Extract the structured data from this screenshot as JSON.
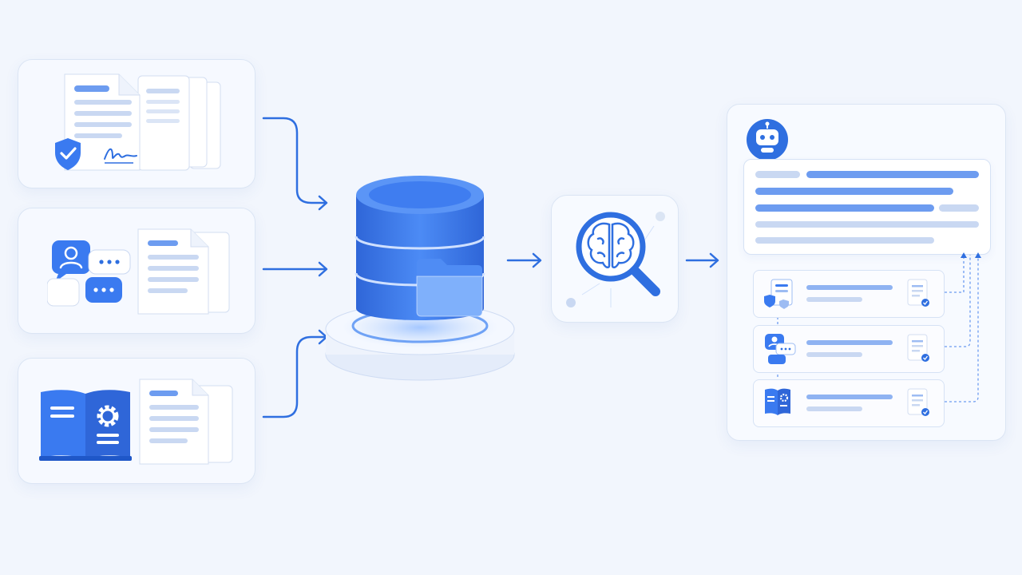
{
  "colors": {
    "background": "#f2f6fd",
    "accent": "#2f6fe0",
    "accent_light": "#8fb3f2",
    "placeholder_line": "#c9d8f2",
    "card_border": "#dbe5f4"
  },
  "sources": [
    {
      "kind": "signed-contracts",
      "icons": [
        "document-stack-icon",
        "shield-check-icon",
        "signature-icon"
      ]
    },
    {
      "kind": "chat-conversations",
      "icons": [
        "chat-user-icon",
        "chat-bubble-icon",
        "document-stack-icon"
      ]
    },
    {
      "kind": "manuals",
      "icons": [
        "open-book-gear-icon",
        "document-stack-icon"
      ]
    }
  ],
  "pipeline": [
    {
      "stage": "knowledge-base",
      "icons": [
        "database-icon",
        "folder-icon"
      ]
    },
    {
      "stage": "semantic-search",
      "icons": [
        "brain-search-icon"
      ]
    },
    {
      "stage": "assistant-answer",
      "icons": [
        "robot-icon",
        "answer-bubble-icon",
        "citation-card-icon"
      ]
    }
  ],
  "citations": [
    {
      "icon": "shield-document-icon"
    },
    {
      "icon": "chat-user-icon"
    },
    {
      "icon": "book-gear-icon"
    }
  ]
}
